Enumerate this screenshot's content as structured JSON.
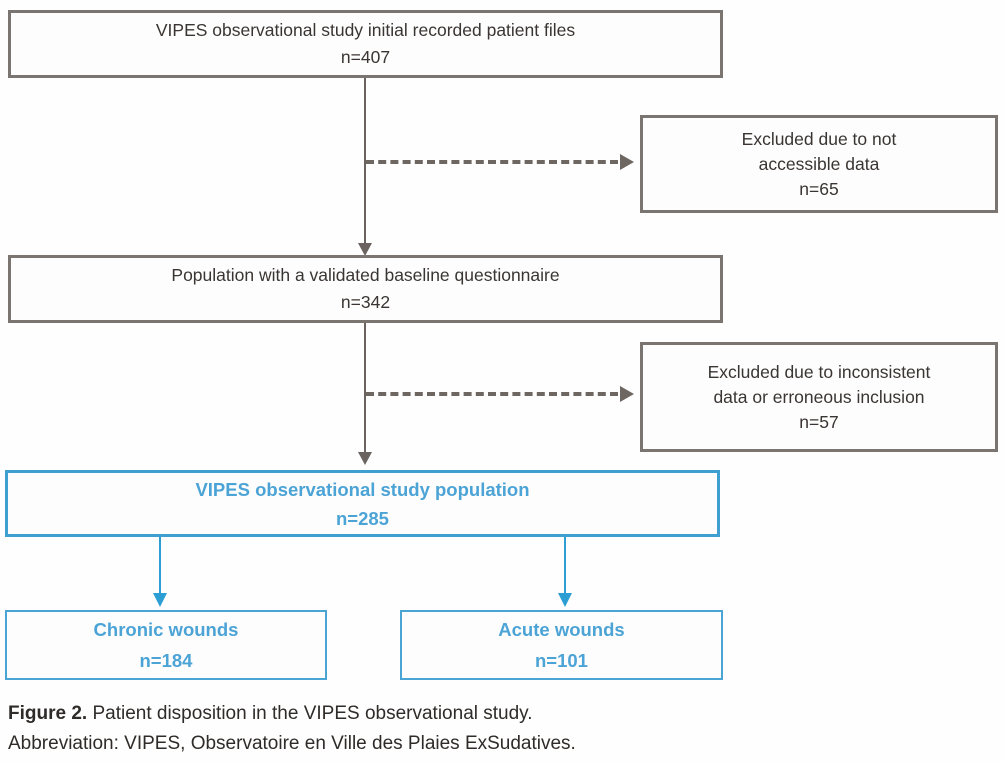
{
  "colors": {
    "gray_border": "#7b7572",
    "gray_arrow": "#6b6360",
    "dark_text": "#3a3532",
    "blue_accent": "#3f9fd1",
    "blue_text": "#4ba3d6",
    "caption_text": "#2f2b29",
    "background": "#fefefe"
  },
  "flowchart": {
    "initial": {
      "line1": "VIPES observational study initial recorded patient files",
      "n": "n=407"
    },
    "excluded1": {
      "line1": "Excluded due to not",
      "line2": "accessible data",
      "n": "n=65"
    },
    "validated": {
      "line1": "Population with a validated baseline questionnaire",
      "n": "n=342"
    },
    "excluded2": {
      "line1": "Excluded due to inconsistent",
      "line2": "data or erroneous inclusion",
      "n": "n=57"
    },
    "population": {
      "line1": "VIPES observational study population",
      "n": "n=285"
    },
    "chronic": {
      "line1": "Chronic wounds",
      "n": "n=184"
    },
    "acute": {
      "line1": "Acute wounds",
      "n": "n=101"
    }
  },
  "caption": {
    "label": "Figure 2.",
    "text": " Patient disposition in the VIPES observational study.",
    "abbreviation": "Abbreviation: VIPES, Observatoire en Ville des Plaies ExSudatives."
  }
}
